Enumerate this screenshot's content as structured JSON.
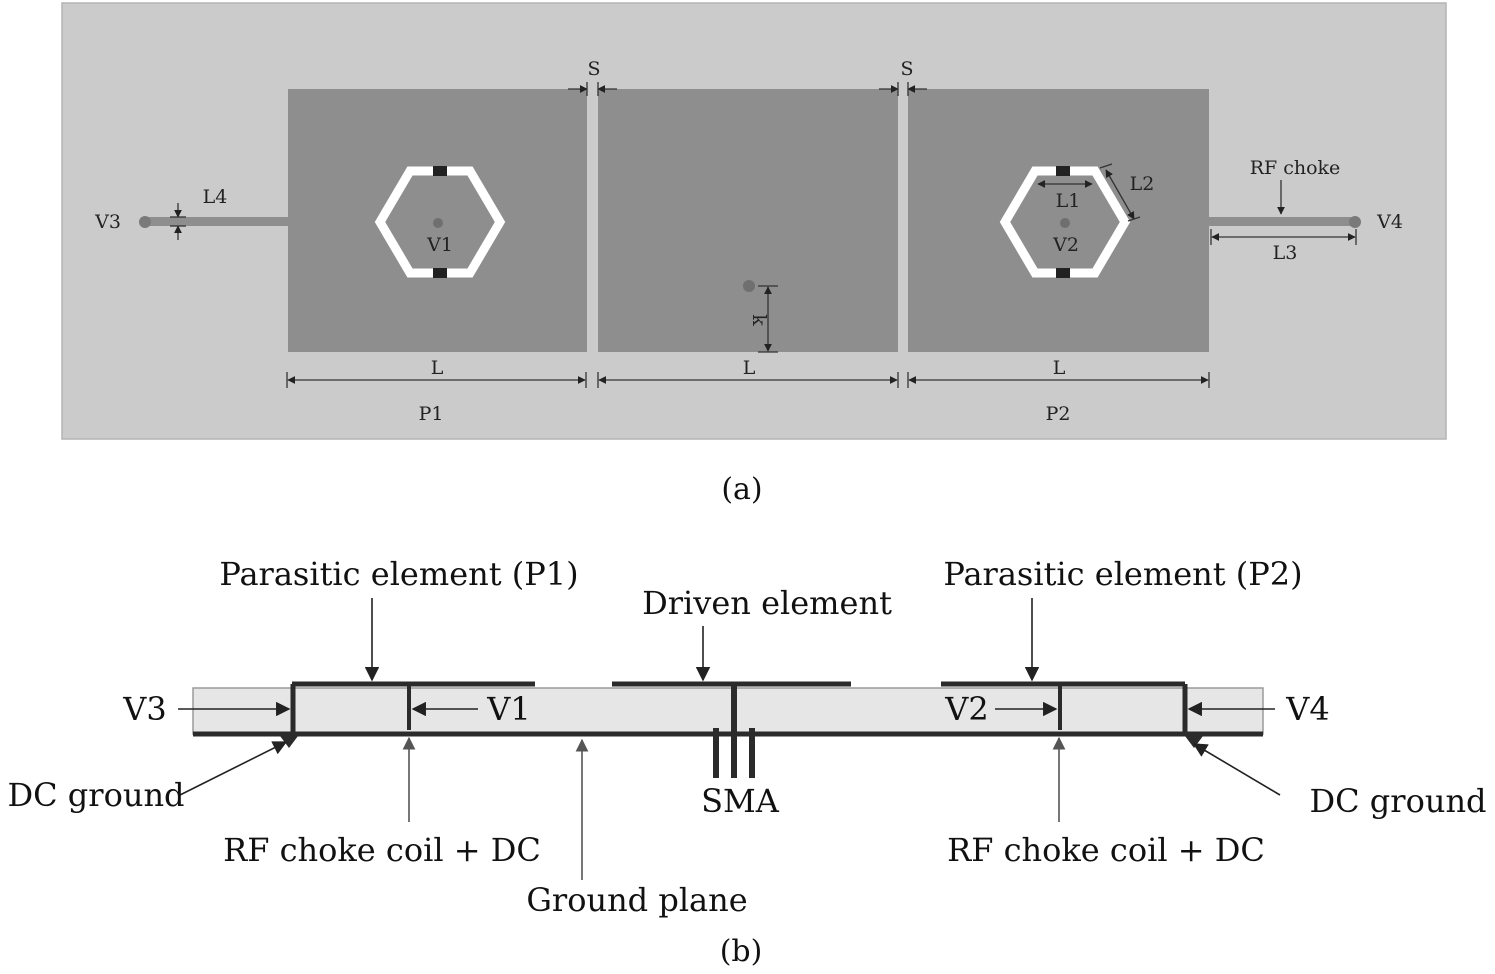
{
  "figure_a": {
    "caption": "(a)",
    "labels": {
      "V1": "V1",
      "V2": "V2",
      "V3": "V3",
      "V4": "V4",
      "L": "L",
      "L1": "L1",
      "L2": "L2",
      "L3": "L3",
      "L4": "L4",
      "S": "S",
      "k": "k",
      "P1": "P1",
      "P2": "P2",
      "rf_choke": "RF choke"
    }
  },
  "figure_b": {
    "caption": "(b)",
    "labels": {
      "parasitic_p1": "Parasitic element (P1)",
      "parasitic_p2": "Parasitic element (P2)",
      "driven": "Driven element",
      "V1": "V1",
      "V2": "V2",
      "V3": "V3",
      "V4": "V4",
      "dc_ground_left": "DC ground",
      "dc_ground_right": "DC ground",
      "rf_choke_left": "RF choke coil + DC",
      "rf_choke_right": "RF choke coil + DC",
      "ground_plane": "Ground plane",
      "sma": "SMA"
    }
  },
  "colors": {
    "board": "#cbcbcb",
    "patch": "#8e8e8e",
    "substrate": "#e6e6e6",
    "line": "#2b2b2b"
  }
}
